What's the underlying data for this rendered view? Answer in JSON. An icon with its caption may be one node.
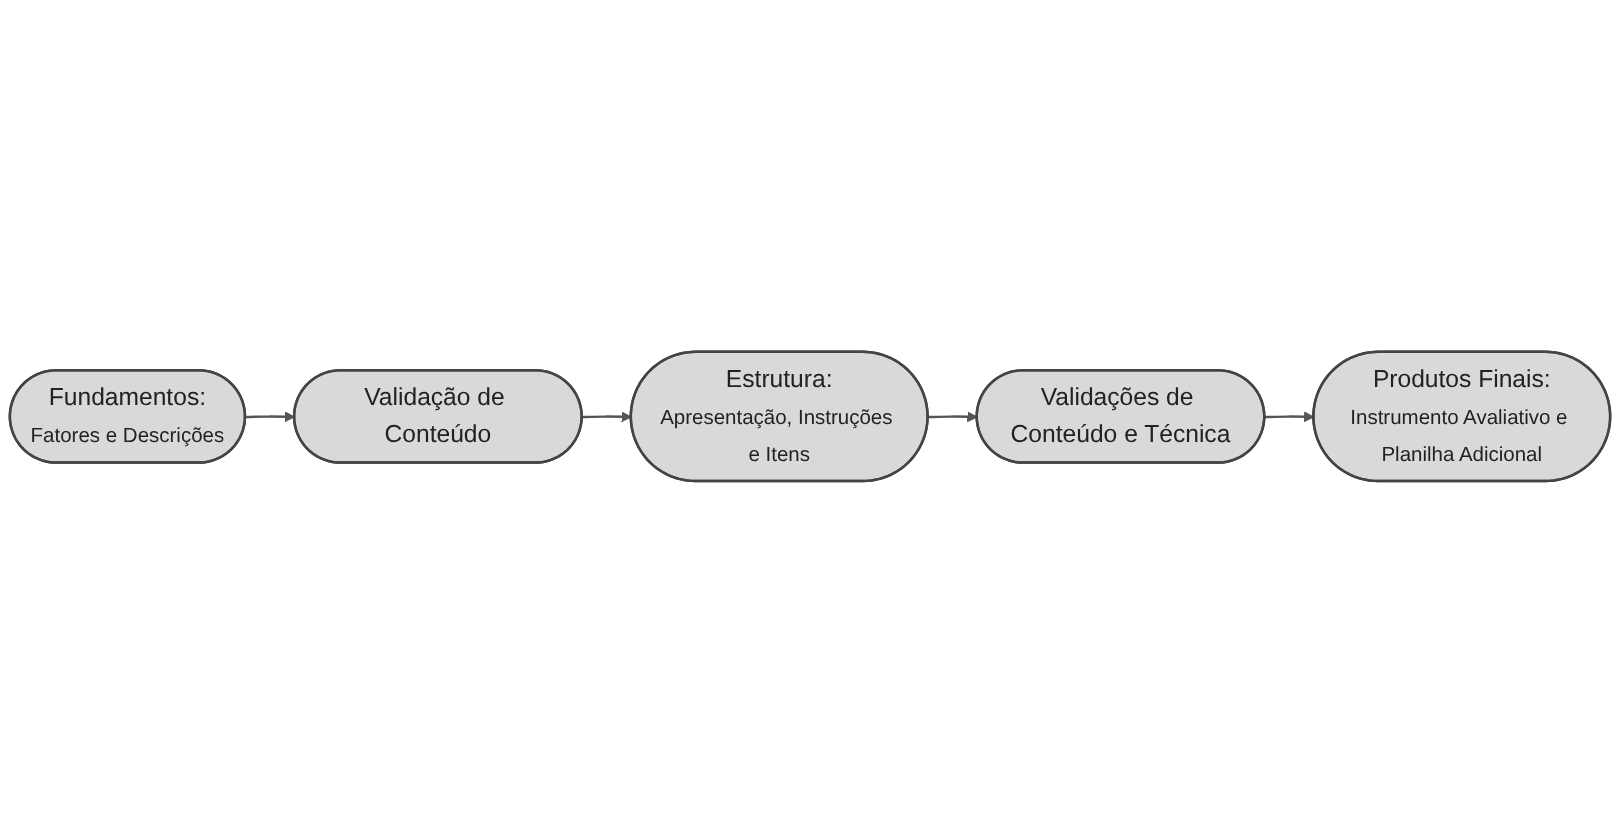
{
  "diagram": {
    "nodes": [
      {
        "text": [
          "Fundamentos:",
          "Fatores e Descrições"
        ]
      },
      {
        "text": [
          "Validação de Conteúdo"
        ]
      },
      {
        "text": [
          "Estrutura:",
          "Apresentação, Instruções e Itens"
        ]
      },
      {
        "text": [
          "Validações de Conteúdo e Técnica"
        ]
      },
      {
        "text": [
          "Produtos Finais:",
          "Instrumento Avaliativo e Planilha Adicional"
        ]
      }
    ],
    "edges": [
      {
        "from": 0,
        "to": 1,
        "arrow": "to"
      },
      {
        "from": 1,
        "to": 2,
        "arrow": "to"
      },
      {
        "from": 2,
        "to": 3,
        "arrow": "to"
      },
      {
        "from": 3,
        "to": 4,
        "arrow": "to"
      }
    ]
  }
}
